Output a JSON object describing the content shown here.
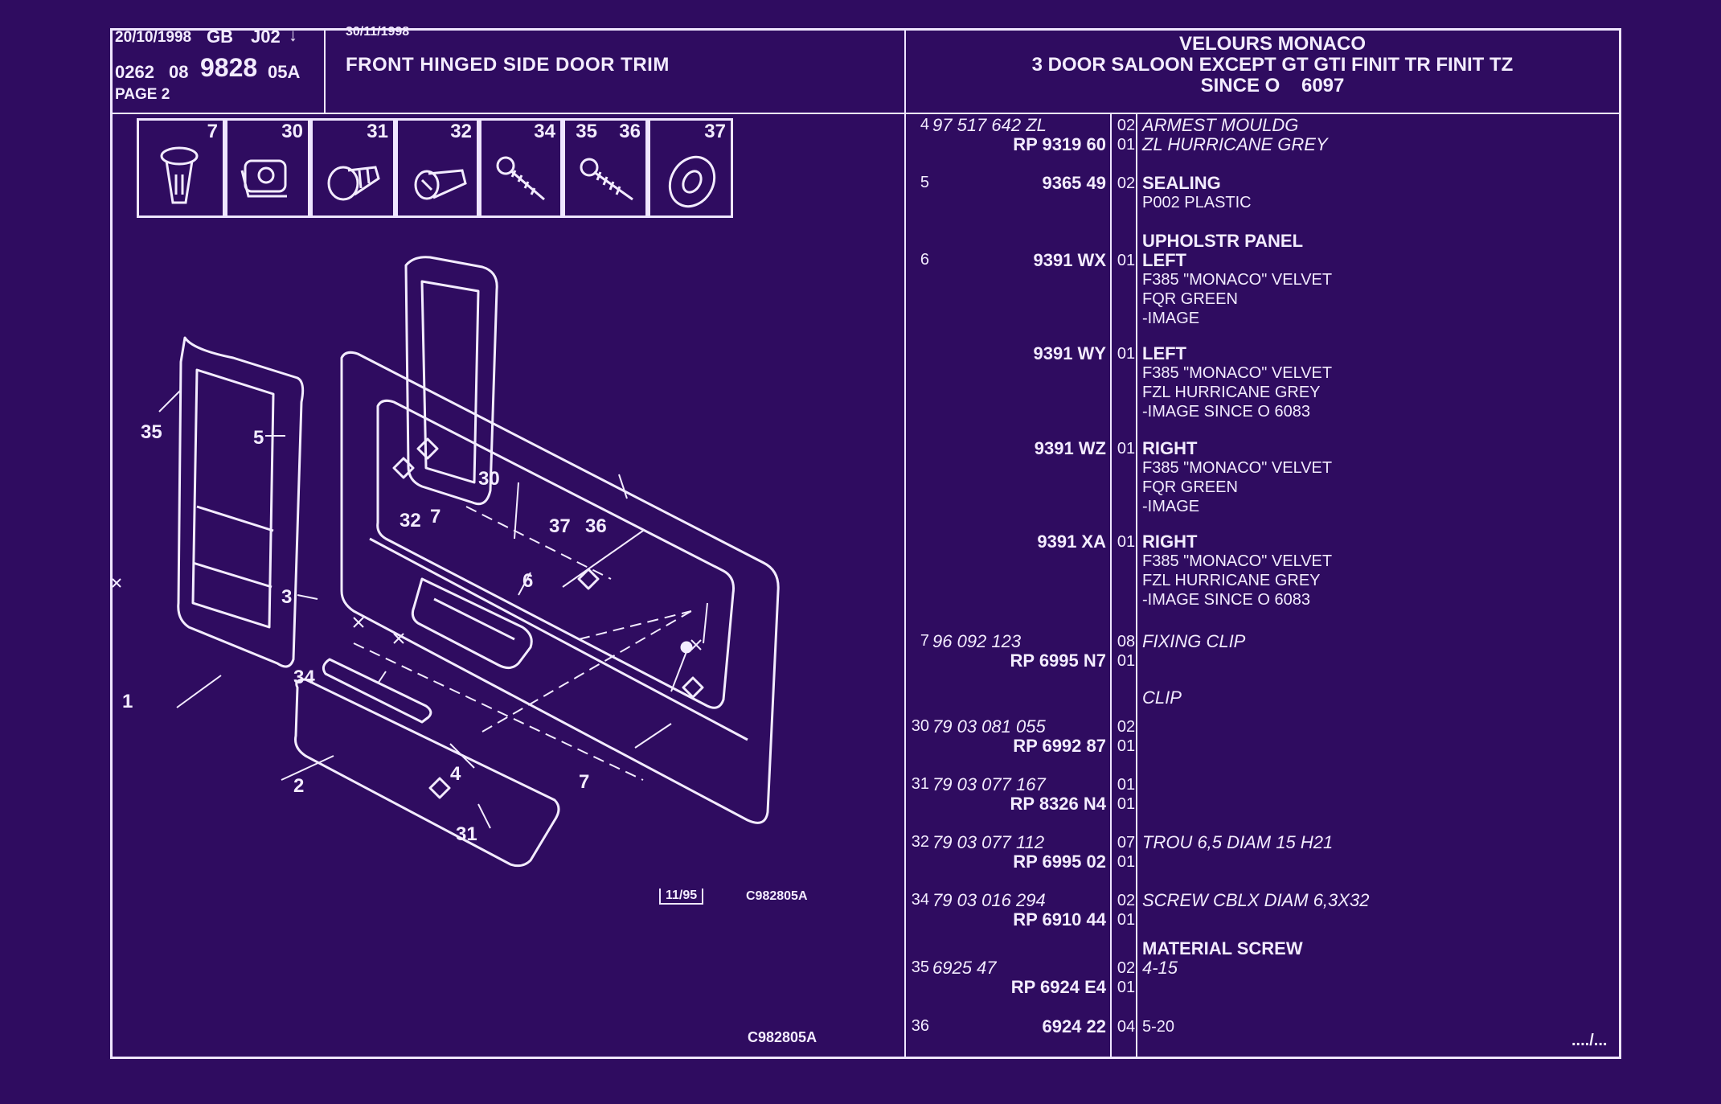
{
  "header": {
    "date1": "20/10/1998",
    "region": "GB",
    "code": "J02",
    "arrow": "↓",
    "num_a": "0262",
    "num_b": "08",
    "num_big": "9828",
    "num_c": "05A",
    "page": "PAGE 2",
    "date2": "30/11/1998",
    "title": "FRONT HINGED SIDE DOOR TRIM",
    "model_line1": "VELOURS MONACO",
    "model_line2": "3 DOOR SALOON EXCEPT GT GTI FINIT TR FINIT TZ",
    "model_line3": "SINCE O    6097"
  },
  "parts_icons": [
    {
      "num": "7",
      "icon": "fixing-clip-icon"
    },
    {
      "num": "30",
      "icon": "clip-icon"
    },
    {
      "num": "31",
      "icon": "clip-round-icon"
    },
    {
      "num": "32",
      "icon": "clip-screw-icon"
    },
    {
      "num": "34",
      "icon": "screw-icon"
    },
    {
      "num": "35",
      "icon": "screw-icon"
    },
    {
      "num": "36",
      "icon": "screw-icon"
    },
    {
      "num": "37",
      "icon": "washer-icon"
    }
  ],
  "diagram": {
    "callouts": [
      "1",
      "2",
      "3",
      "4",
      "5",
      "6",
      "7",
      "7",
      "30",
      "31",
      "32",
      "34",
      "35",
      "36",
      "37"
    ],
    "stamp": "11/95",
    "ref_code": "C982805A",
    "ref_code_bottom": "C982805A"
  },
  "parts_list": [
    {
      "idx": "4",
      "ref1": "97 517 642 ZL",
      "ref2": "RP  9319 60",
      "qty1": "02",
      "qty2": "01",
      "desc": [
        {
          "t": "ARMEST MOULDG",
          "s": "i"
        },
        {
          "t": "ZL HURRICANE GREY",
          "s": "i"
        }
      ]
    },
    {
      "idx": "5",
      "ref1": "",
      "ref2": "9365 49",
      "qty1": "02",
      "qty2": "",
      "desc": [
        {
          "t": "SEALING",
          "s": "b"
        },
        {
          "t": "P002 PLASTIC",
          "s": "n"
        }
      ]
    },
    {
      "idx": "",
      "ref1": "",
      "ref2": "",
      "qty1": "",
      "qty2": "",
      "desc": [
        {
          "t": "UPHOLSTR PANEL",
          "s": "b"
        }
      ]
    },
    {
      "idx": "6",
      "ref1": "",
      "ref2": "9391 WX",
      "qty1": "01",
      "qty2": "",
      "desc": [
        {
          "t": "LEFT",
          "s": "b"
        },
        {
          "t": "F385 \"MONACO\" VELVET",
          "s": "n"
        },
        {
          "t": "FQR GREEN",
          "s": "n"
        },
        {
          "t": "-IMAGE",
          "s": "n"
        }
      ]
    },
    {
      "idx": "",
      "ref1": "",
      "ref2": "9391 WY",
      "qty1": "01",
      "qty2": "",
      "desc": [
        {
          "t": "LEFT",
          "s": "b"
        },
        {
          "t": "F385 \"MONACO\" VELVET",
          "s": "n"
        },
        {
          "t": "FZL HURRICANE GREY",
          "s": "n"
        },
        {
          "t": "-IMAGE SINCE O 6083",
          "s": "n"
        }
      ]
    },
    {
      "idx": "",
      "ref1": "",
      "ref2": "9391 WZ",
      "qty1": "01",
      "qty2": "",
      "desc": [
        {
          "t": "RIGHT",
          "s": "b"
        },
        {
          "t": "F385 \"MONACO\" VELVET",
          "s": "n"
        },
        {
          "t": "FQR GREEN",
          "s": "n"
        },
        {
          "t": "-IMAGE",
          "s": "n"
        }
      ]
    },
    {
      "idx": "",
      "ref1": "",
      "ref2": "9391 XA",
      "qty1": "01",
      "qty2": "",
      "desc": [
        {
          "t": "RIGHT",
          "s": "b"
        },
        {
          "t": "F385 \"MONACO\" VELVET",
          "s": "n"
        },
        {
          "t": "FZL HURRICANE GREY",
          "s": "n"
        },
        {
          "t": "-IMAGE SINCE O 6083",
          "s": "n"
        }
      ]
    },
    {
      "idx": "7",
      "ref1": "96 092 123",
      "ref2": "RP  6995 N7",
      "qty1": "08",
      "qty2": "01",
      "desc": [
        {
          "t": "FIXING CLIP",
          "s": "i"
        }
      ]
    },
    {
      "idx": "",
      "ref1": "",
      "ref2": "",
      "qty1": "",
      "qty2": "",
      "desc": [
        {
          "t": "CLIP",
          "s": "i"
        }
      ]
    },
    {
      "idx": "30",
      "ref1": "79 03 081 055",
      "ref2": "RP  6992 87",
      "qty1": "02",
      "qty2": "01",
      "desc": []
    },
    {
      "idx": "31",
      "ref1": "79 03 077 167",
      "ref2": "RP  8326 N4",
      "qty1": "01",
      "qty2": "01",
      "desc": []
    },
    {
      "idx": "32",
      "ref1": "79 03 077 112",
      "ref2": "RP  6995 02",
      "qty1": "07",
      "qty2": "01",
      "desc": [
        {
          "t": "TROU 6,5 DIAM 15 H21",
          "s": "i"
        }
      ]
    },
    {
      "idx": "34",
      "ref1": "79 03 016 294",
      "ref2": "RP  6910 44",
      "qty1": "02",
      "qty2": "01",
      "desc": [
        {
          "t": "SCREW CBLX DIAM 6,3X32",
          "s": "i"
        }
      ]
    },
    {
      "idx": "",
      "ref1": "",
      "ref2": "",
      "qty1": "",
      "qty2": "",
      "desc": [
        {
          "t": "MATERIAL SCREW",
          "s": "b"
        }
      ]
    },
    {
      "idx": "35",
      "ref1": "6925 47",
      "ref2": "RP  6924 E4",
      "qty1": "02",
      "qty2": "01",
      "desc": [
        {
          "t": "4-15",
          "s": "i"
        }
      ]
    },
    {
      "idx": "36",
      "ref1": "",
      "ref2": "6924 22",
      "qty1": "04",
      "qty2": "",
      "desc": [
        {
          "t": "5-20",
          "s": "n"
        }
      ]
    }
  ],
  "continued": "..../...",
  "colors": {
    "background": "#2f0c60",
    "ink": "#f3ecff"
  }
}
